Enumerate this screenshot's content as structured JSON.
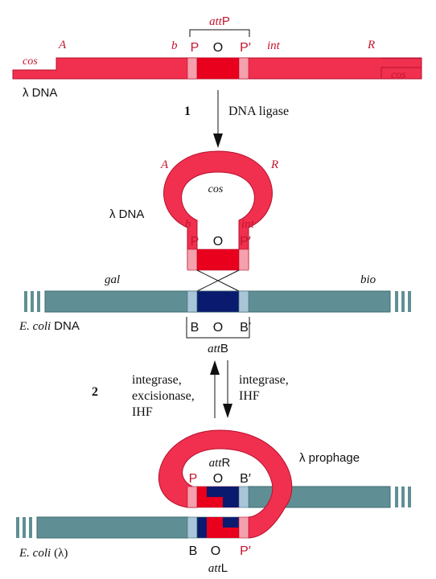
{
  "colors": {
    "lambda": "#f0304e",
    "lambda_dark": "#b5122f",
    "lambda_light": "#f5a0ad",
    "core_red": "#e8001c",
    "ecoli": "#5f8f94",
    "ecoli_dark": "#3e6b70",
    "ecoli_light": "#a9c6d9",
    "core_blue": "#0a1a6e",
    "label_red": "#c4142c",
    "text": "#111111"
  },
  "top": {
    "attP": {
      "att": "att",
      "letter": "P"
    },
    "cos_left": "cos",
    "cos_right": "cos",
    "gene_A": "A",
    "gene_b": "b",
    "gene_int": "int",
    "gene_R": "R",
    "site_P": "P",
    "site_O": "O",
    "site_Pprime": "P′",
    "lambda_dna": "λ DNA"
  },
  "step1": {
    "number": "1",
    "label": "DNA ligase"
  },
  "middle": {
    "gene_A": "A",
    "gene_R": "R",
    "cos": "cos",
    "lambda_dna": "λ DNA",
    "gene_b": "b",
    "gene_int": "int",
    "site_P": "P",
    "site_O": "O",
    "site_Pprime": "P′",
    "gal": "gal",
    "bio": "bio",
    "ecoli_dna_italic": "E. coli",
    "ecoli_dna_plain": "DNA",
    "site_B": "B",
    "site_O2": "O",
    "site_Bprime": "B′",
    "attB": {
      "att": "att",
      "letter": "B"
    }
  },
  "step2": {
    "number": "2",
    "left_label": [
      "integrase,",
      "excisionase,",
      "IHF"
    ],
    "right_label": [
      "integrase,",
      "IHF"
    ]
  },
  "bottom": {
    "prophage": "λ prophage",
    "attR": {
      "att": "att",
      "letter": "R"
    },
    "site_P": "P",
    "site_O": "O",
    "site_Bprime": "B′",
    "site_B": "B",
    "site_O2": "O",
    "site_Pprime": "P′",
    "attL": {
      "att": "att",
      "letter": "L"
    },
    "ecoli_italic": "E. coli",
    "ecoli_plain": "(λ)"
  }
}
